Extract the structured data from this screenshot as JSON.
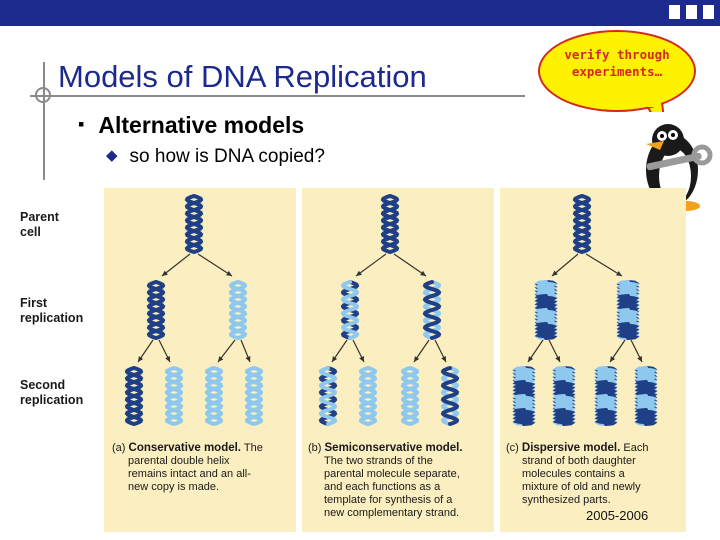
{
  "slide": {
    "title": "Models of DNA Replication",
    "bullet_level1": "Alternative models",
    "bullet_level2": "so how is DNA copied?",
    "speech_bubble": {
      "line1": "verify through",
      "line2": "experiments…"
    },
    "copyright": "2005-2006"
  },
  "figure": {
    "row_labels": {
      "parent": "Parent\ncell",
      "first": "First\nreplication",
      "second": "Second\nreplication"
    },
    "panels": [
      {
        "tag": "(a)",
        "name": "Conservative model.",
        "desc_line1": " The",
        "desc_rest": "parental double helix\nremains intact and an all-\nnew copy is made."
      },
      {
        "tag": "(b)",
        "name": "Semiconservative model.",
        "desc_line1": "",
        "desc_rest": "The two strands of the\nparental molecule separate,\nand each functions as a\ntemplate for synthesis of a\nnew complementary strand."
      },
      {
        "tag": "(c)",
        "name": "Dispersive model.",
        "desc_line1": " Each",
        "desc_rest": "strand of both daughter\nmolecules contains a\nmixture of old and newly\nsynthesized parts."
      }
    ]
  },
  "colors": {
    "title_blue": "#1b2a8c",
    "old_strand": "#1f3f86",
    "new_strand": "#8ec8ee",
    "panel_bg": "#fbeec0",
    "bubble_fill": "#fff200",
    "bubble_text": "#d32a1d"
  },
  "icons": {
    "bullet_level1": "square-bullet",
    "bullet_level2": "diamond-bullet",
    "mascot": "penguin-with-wrench"
  }
}
